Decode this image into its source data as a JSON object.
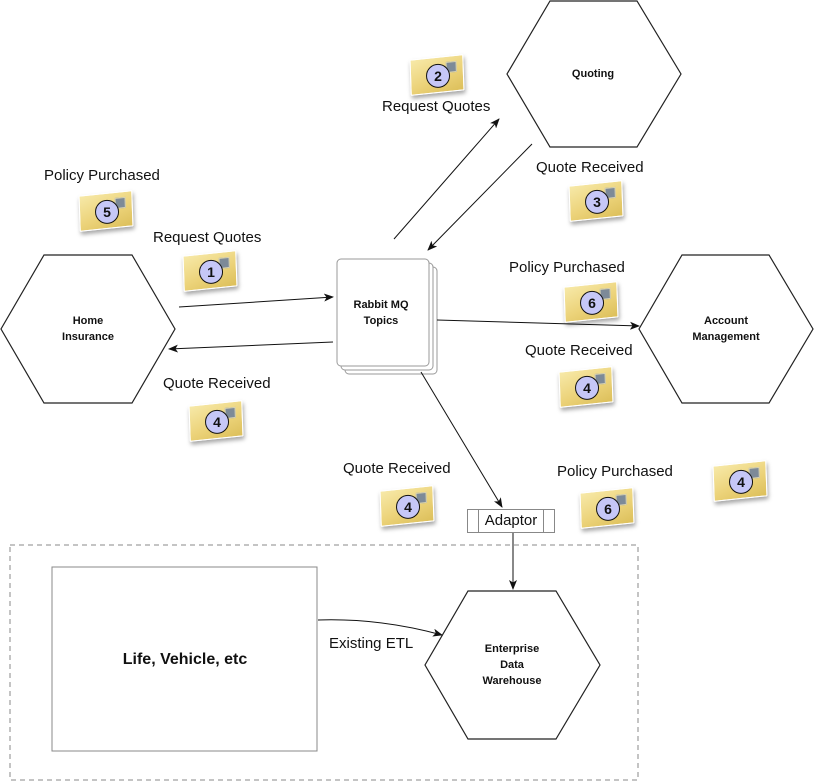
{
  "nodes": {
    "quoting": {
      "label": "Quoting"
    },
    "home_insurance": {
      "label": "Home\nInsurance"
    },
    "rabbit_mq": {
      "label": "Rabbit MQ\nTopics"
    },
    "account_management": {
      "label": "Account\nManagement"
    },
    "adaptor": {
      "label": "Adaptor"
    },
    "enterprise_dw": {
      "label": "Enterprise\nData\nWarehouse"
    },
    "legacy_systems": {
      "label": "Life, Vehicle, etc"
    }
  },
  "edge_labels": {
    "request_quotes_quoting": "Request Quotes",
    "quote_received_quoting": "Quote Received",
    "policy_purchased_home": "Policy Purchased",
    "request_quotes_home": "Request Quotes",
    "quote_received_home": "Quote Received",
    "policy_purchased_account": "Policy Purchased",
    "quote_received_account": "Quote Received",
    "quote_received_adaptor": "Quote Received",
    "policy_purchased_adaptor": "Policy Purchased",
    "existing_etl": "Existing ETL"
  },
  "messages": [
    {
      "id": "msg-request-quotes-quoting",
      "step": "2"
    },
    {
      "id": "msg-quote-received-quoting",
      "step": "3"
    },
    {
      "id": "msg-policy-purchased-home",
      "step": "5"
    },
    {
      "id": "msg-request-quotes-home",
      "step": "1"
    },
    {
      "id": "msg-quote-received-home",
      "step": "4"
    },
    {
      "id": "msg-policy-purchased-account",
      "step": "6"
    },
    {
      "id": "msg-quote-received-account",
      "step": "4"
    },
    {
      "id": "msg-quote-received-adaptor",
      "step": "4"
    },
    {
      "id": "msg-policy-purchased-adaptor",
      "step": "6"
    },
    {
      "id": "msg-extra",
      "step": "4"
    }
  ],
  "colors": {
    "envelope": "#ecd37a",
    "badge": "#c6c7f7",
    "stamp": "#7d8a98",
    "stroke": "#111111",
    "boundary": "#888888"
  }
}
